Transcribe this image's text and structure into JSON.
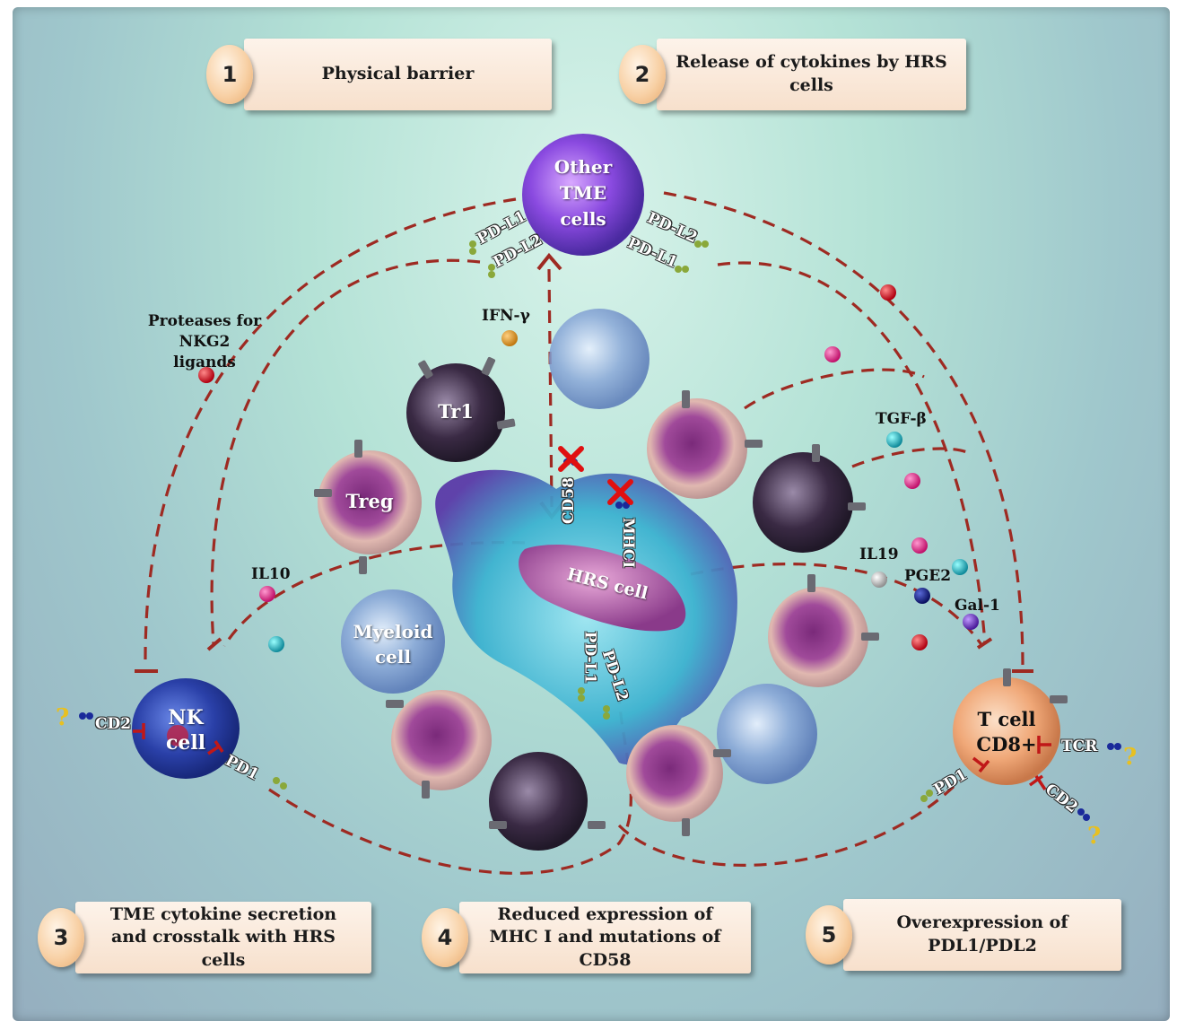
{
  "mechanisms": [
    {
      "number": "1",
      "text": "Physical barrier"
    },
    {
      "number": "2",
      "text": "Release of cytokines by HRS cells"
    },
    {
      "number": "3",
      "text": "TME cytokine secretion and crosstalk with HRS cells"
    },
    {
      "number": "4",
      "text": "Reduced expression of MHC I and mutations of CD58"
    },
    {
      "number": "5",
      "text": "Overexpression of PDL1/PDL2"
    }
  ],
  "cells": {
    "other_tme": "Other TME cells",
    "tr1": "Tr1",
    "treg": "Treg",
    "myeloid": "Myeloid cell",
    "hrs": "HRS cell",
    "nk": "NK cell",
    "tcell": "T cell CD8+"
  },
  "molecules": {
    "proteases": "Proteases for NKG2 ligands",
    "ifn": "IFN-γ",
    "tgf": "TGF-β",
    "il10": "IL10",
    "il19": "IL19",
    "pge2": "PGE2",
    "gal1": "Gal-1"
  },
  "receptors": {
    "pdl1": "PD-L1",
    "pdl2": "PD-L2",
    "cd58": "CD58",
    "mhc1": "MHCI",
    "cd2": "CD2",
    "pd1": "PD1",
    "tcr": "TCR"
  },
  "colors": {
    "arrow": "#9e2a22",
    "box_bg": "#f9e6d6",
    "badge": "#f5c08a",
    "hrs_cell": "#3fb6cf",
    "nk_cell": "#3147a8",
    "t_cell": "#f0a870",
    "cross": "#e01010"
  }
}
